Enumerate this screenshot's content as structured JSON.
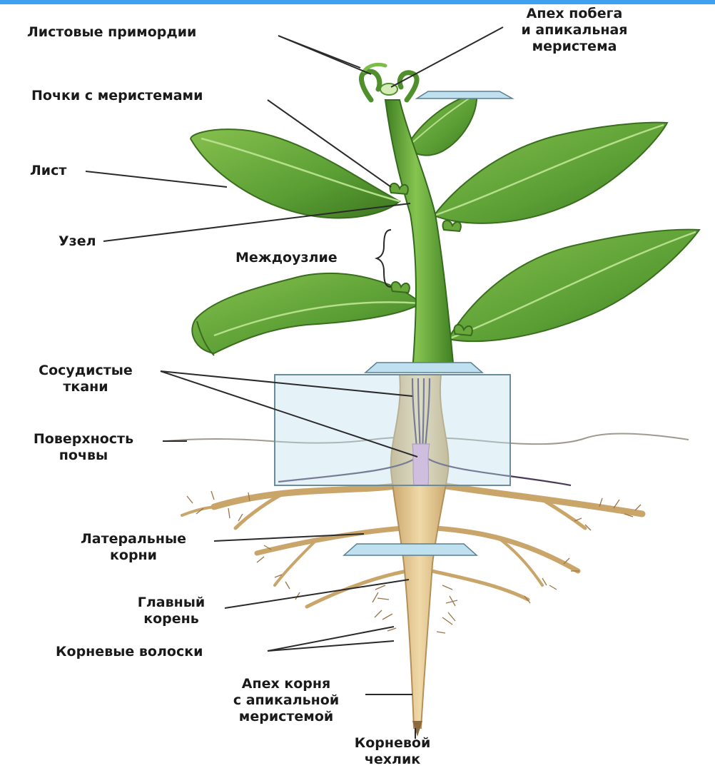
{
  "colors": {
    "top_bar": "#3fa2ee",
    "leaf": "#5ea83a",
    "leaf_dark": "#3e7a22",
    "stem": "#6bb040",
    "root": "#e3c690",
    "root_dark": "#b58f58",
    "vascular": "#4a3a5a",
    "pink": "#dba7d3",
    "glass": "#bfe0ef",
    "pointer_line": "#2a2a2a",
    "soil_line": "#a09a8e"
  },
  "labels": {
    "leaf_primordia": "Листовые примордии",
    "shoot_apex": [
      "Апех побега",
      "и апикальная",
      "меристема"
    ],
    "buds": "Почки с меристемами",
    "leaf": "Лист",
    "node": "Узел",
    "internode": "Междоузлие",
    "vascular": [
      "Сосудистые",
      "ткани"
    ],
    "soil": [
      "Поверхность",
      "почвы"
    ],
    "lateral_roots": [
      "Латеральные",
      "корни"
    ],
    "main_root": [
      "Главный",
      "корень"
    ],
    "root_hairs": "Корневые волоски",
    "root_apex": [
      "Апех корня",
      "с апикальной",
      "меристемой"
    ],
    "root_cap": [
      "Корневой",
      "чехлик"
    ]
  }
}
